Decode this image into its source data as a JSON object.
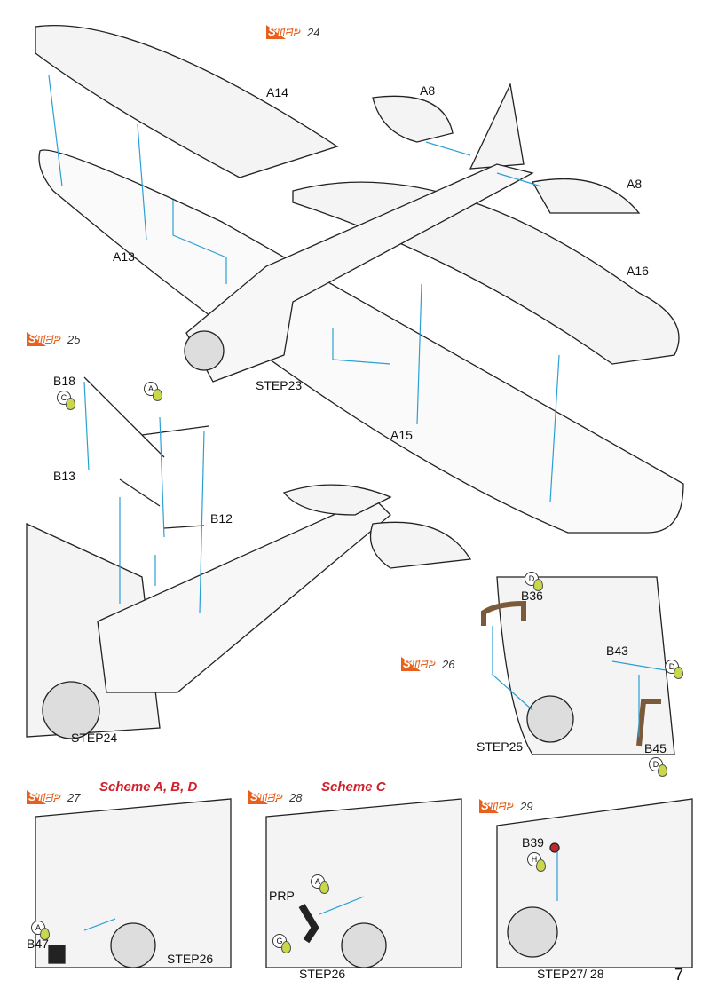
{
  "steps": {
    "s24": {
      "word": "STEP",
      "num": "24"
    },
    "s25": {
      "word": "STEP",
      "num": "25"
    },
    "s26": {
      "word": "STEP",
      "num": "26"
    },
    "s27": {
      "word": "STEP",
      "num": "27"
    },
    "s28": {
      "word": "STEP",
      "num": "28"
    },
    "s29": {
      "word": "STEP",
      "num": "29"
    }
  },
  "schemes": {
    "s27": "Scheme A, B, D",
    "s28": "Scheme C"
  },
  "parts": {
    "a14": "A14",
    "a13": "A13",
    "a8_left": "A8",
    "a8_right": "A8",
    "a16": "A16",
    "a15": "A15",
    "b18": "B18",
    "b13": "B13",
    "b12": "B12",
    "b36": "B36",
    "b43": "B43",
    "b45": "B45",
    "b47": "B47",
    "prp": "PRP",
    "b39": "B39"
  },
  "refs": {
    "step23": "STEP23",
    "step24": "STEP24",
    "step25": "STEP25",
    "step26_a": "STEP26",
    "step26_b": "STEP26",
    "step27_28": "STEP27/ 28"
  },
  "paints": {
    "c1": "C",
    "a1": "A",
    "d1": "D",
    "d2": "D",
    "d3": "D",
    "a2": "A",
    "a3": "A",
    "g1": "G",
    "h1": "H"
  },
  "page_number": "7",
  "colors": {
    "accent": "#e8601c",
    "scheme": "#d0202a",
    "guide": "#2a9fd6",
    "glue": "#c8d84a"
  }
}
